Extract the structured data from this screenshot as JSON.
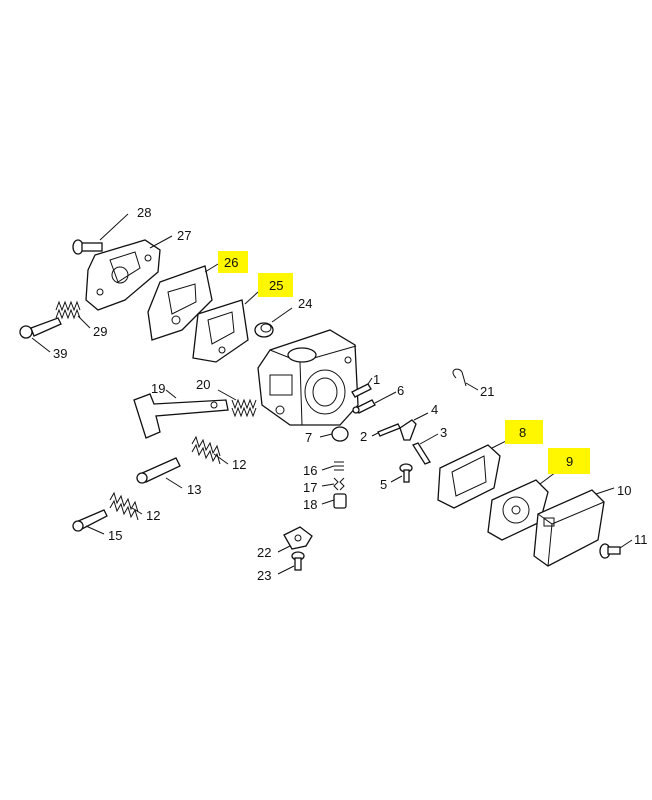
{
  "callouts": {
    "c1": "1",
    "c2": "2",
    "c3": "3",
    "c4": "4",
    "c5": "5",
    "c6": "6",
    "c7": "7",
    "c8": "8",
    "c9": "9",
    "c10": "10",
    "c11": "11",
    "c12a": "12",
    "c12b": "12",
    "c13": "13",
    "c15": "15",
    "c16": "16",
    "c17": "17",
    "c18": "18",
    "c19": "19",
    "c20": "20",
    "c21": "21",
    "c22": "22",
    "c23": "23",
    "c24": "24",
    "c25": "25",
    "c26": "26",
    "c27": "27",
    "c28": "28",
    "c29": "29",
    "c39": "39"
  },
  "colors": {
    "highlight": "#fff700",
    "line": "#111111",
    "background": "#ffffff"
  }
}
